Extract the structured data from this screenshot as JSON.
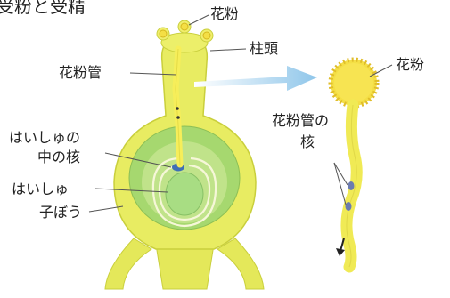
{
  "title": "受粉と受精",
  "labels": {
    "pollen_top": "花粉",
    "stigma": "柱頭",
    "pollen_tube": "花粉管",
    "ovule_nucleus_1": "はいしゅの",
    "ovule_nucleus_2": "中の核",
    "ovule": "はいしゅ",
    "ovary": "子ぼう",
    "pollen_right": "花粉",
    "tube_nucleus_1": "花粉管の",
    "tube_nucleus_2": "核"
  },
  "colors": {
    "pistil": "#e8ec62",
    "pistil_outline": "#c9cf3c",
    "ovary_inner": "#a6d86f",
    "ovule": "#cfe99a",
    "pollen": "#f4df45",
    "arrow": "#8fc6ea",
    "leader": "#555555"
  }
}
